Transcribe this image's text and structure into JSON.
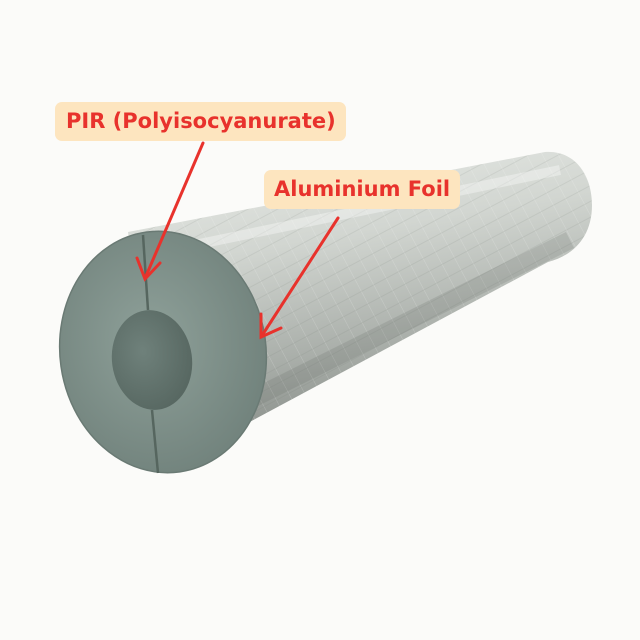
{
  "annotations": {
    "pir_label": "PIR (Polyisocyanurate)",
    "foil_label": "Aluminium Foil"
  },
  "colors": {
    "background": "#fbfbf9",
    "label_bg": "#fde5bf",
    "label_text": "#e8322c",
    "arrow": "#e8322c",
    "foam": "#7f918a",
    "foil": "#c9cec9"
  },
  "icons": [
    "pipe-insulation-image",
    "arrow-icon"
  ]
}
